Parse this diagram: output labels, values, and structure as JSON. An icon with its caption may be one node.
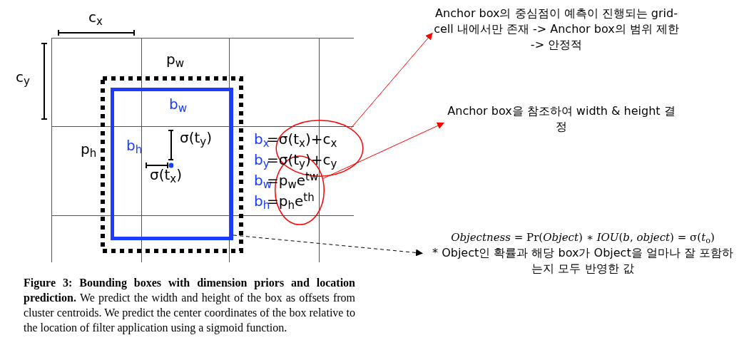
{
  "diagram": {
    "caption": "**Figure 3: Bounding boxes with dimension priors and location prediction.** We predict the width and height of the box as offsets from cluster centroids.  We predict the center coordinates of the box relative to the location of filter application using a sigmoid function.",
    "nodes": [
      {
        "text": [
          "p$_{w}$",
          "p$_{h}$"
        ]
      },
      {
        "text": [
          "b$_{w}$",
          "b$_{h}$",
          "σ(t$_{y}$)",
          "σ(t$_{x}$)"
        ],
        "in": 0
      },
      {
        "text": [],
        "shape": "ellipse"
      },
      {
        "text": [],
        "shape": "ellipse"
      },
      {
        "text": [
          "Anchor box의 중심점이 예측이 진행되는 grid-cell 내에서만 존재 -> Anchor box의 범위 제한 -> 안정적"
        ]
      },
      {
        "text": [
          "Anchor box을 참조하여 width & height 결정"
        ]
      },
      {
        "text": [
          "*Objectness* = Pr(*Object*) ∗ *IOU*(*b*, *object*) =  σ(*t*$_{o}$)",
          "* Object인 확률과 해당 box가 Object을 얼마나 잘 포함하는지 모두 반영한 값"
        ]
      }
    ],
    "edges": [
      {
        "from": 2,
        "to": 4,
        "arrow": "to"
      },
      {
        "from": 3,
        "to": 5,
        "arrow": "to"
      },
      {
        "from": 1,
        "to": 6,
        "arrow": "to",
        "style": "dashed",
        "color": "#000000"
      }
    ],
    "labels": [
      "c$_{x}$",
      "c$_{y}$",
      "b$_{x}$",
      "=σ(t$_{x}$)+c$_{x}$",
      "b$_{y}$",
      "=σ(t$_{y}$)+c$_{y}$",
      "b$_{w}$",
      "=p$_{w}$e$^{tw}$",
      "b$_{h}$",
      "=p$_{h}$e$^{th}$"
    ]
  }
}
